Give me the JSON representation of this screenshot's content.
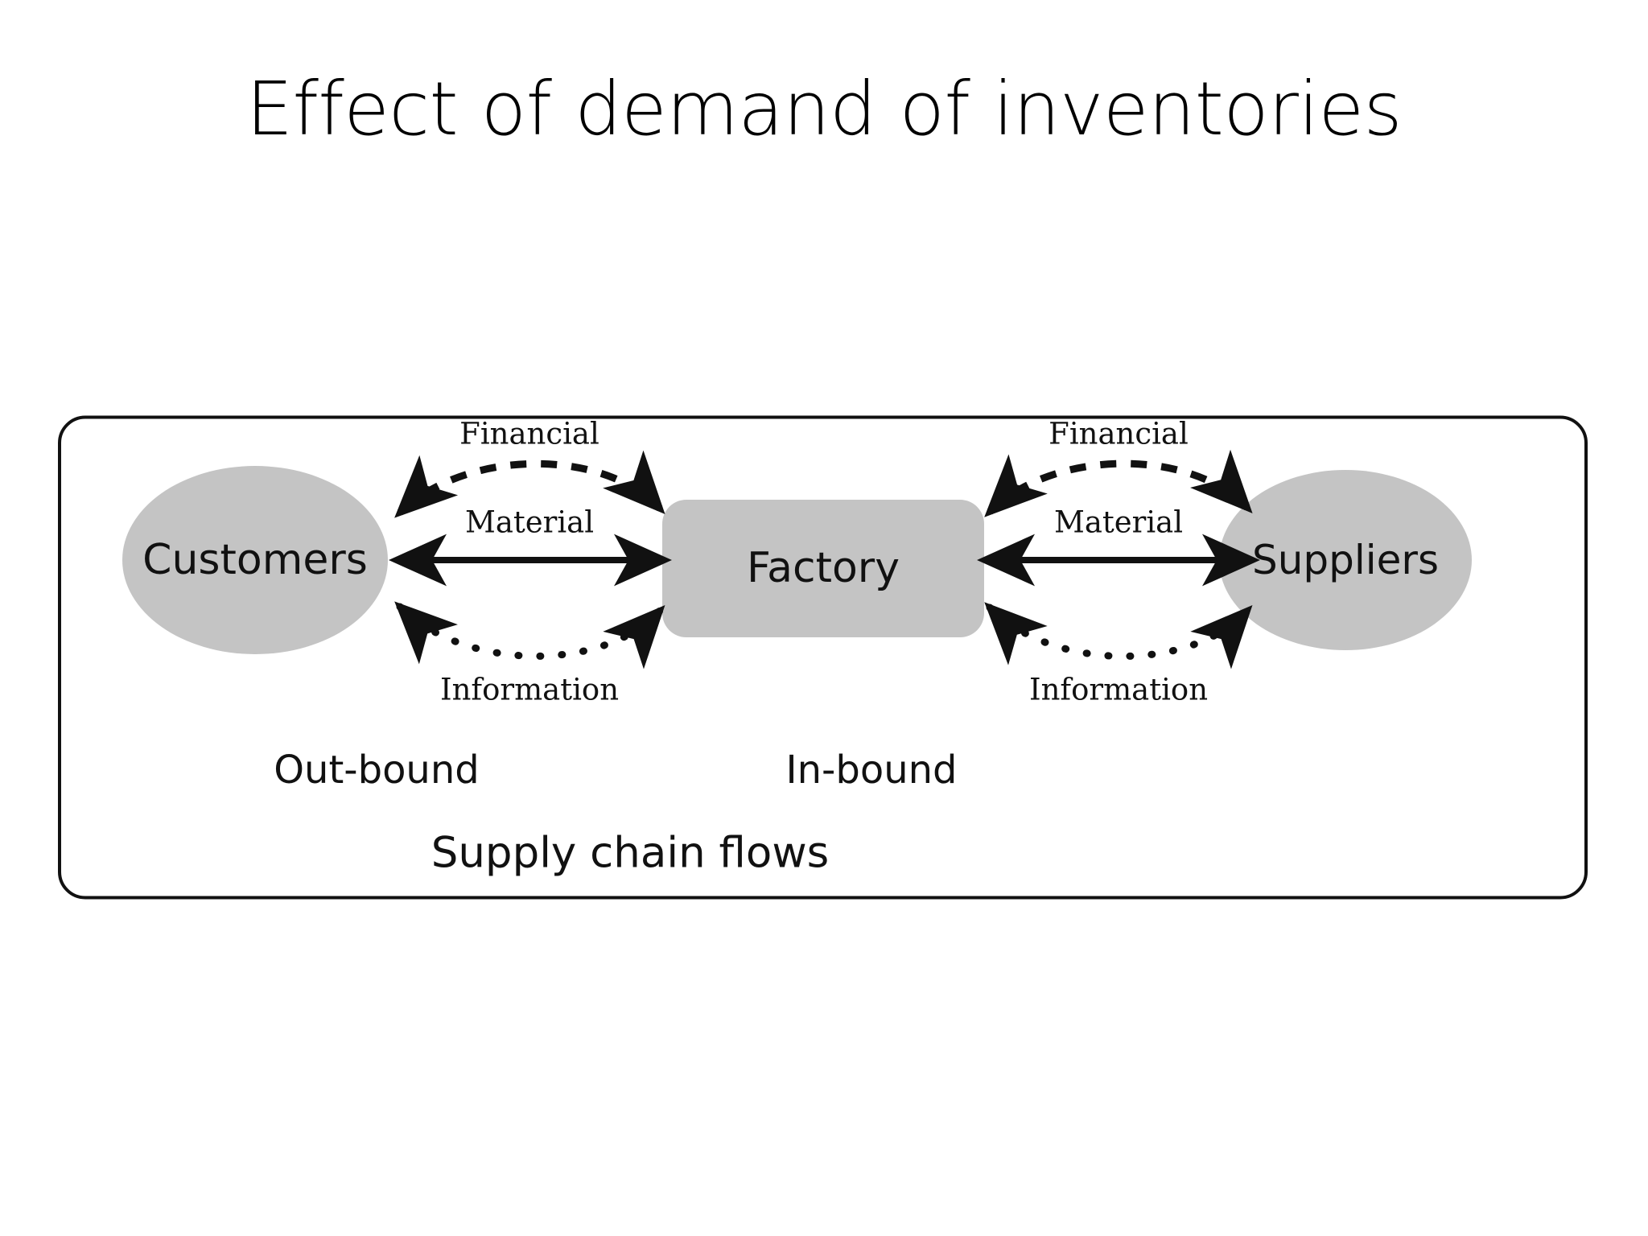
{
  "slide": {
    "title": "Effect of demand of inventories",
    "background_color": "#ffffff",
    "text_color": "#000000"
  },
  "diagram": {
    "caption": "Supply chain flows",
    "border_color": "#111111",
    "node_fill": "#c4c4c4",
    "nodes": [
      {
        "id": "customers",
        "label": "Customers",
        "shape": "ellipse"
      },
      {
        "id": "factory",
        "label": "Factory",
        "shape": "rounded-rect"
      },
      {
        "id": "suppliers",
        "label": "Suppliers",
        "shape": "ellipse"
      }
    ],
    "zones": [
      {
        "id": "outbound",
        "label": "Out-bound"
      },
      {
        "id": "inbound",
        "label": "In-bound"
      }
    ],
    "flows": [
      {
        "id": "financial-left",
        "label": "Financial",
        "style": "dashed",
        "path": "arc-top",
        "side": "outbound",
        "from": "factory",
        "to": "customers",
        "direction": "both"
      },
      {
        "id": "material-left",
        "label": "Material",
        "style": "solid",
        "path": "straight",
        "side": "outbound",
        "from": "customers",
        "to": "factory",
        "direction": "both"
      },
      {
        "id": "information-left",
        "label": "Information",
        "style": "dotted",
        "path": "arc-bottom",
        "side": "outbound",
        "from": "factory",
        "to": "customers",
        "direction": "both"
      },
      {
        "id": "financial-right",
        "label": "Financial",
        "style": "dashed",
        "path": "arc-top",
        "side": "inbound",
        "from": "factory",
        "to": "suppliers",
        "direction": "both"
      },
      {
        "id": "material-right",
        "label": "Material",
        "style": "solid",
        "path": "straight",
        "side": "inbound",
        "from": "factory",
        "to": "suppliers",
        "direction": "both"
      },
      {
        "id": "information-right",
        "label": "Information",
        "style": "dotted",
        "path": "arc-bottom",
        "side": "inbound",
        "from": "factory",
        "to": "suppliers",
        "direction": "both"
      }
    ]
  }
}
